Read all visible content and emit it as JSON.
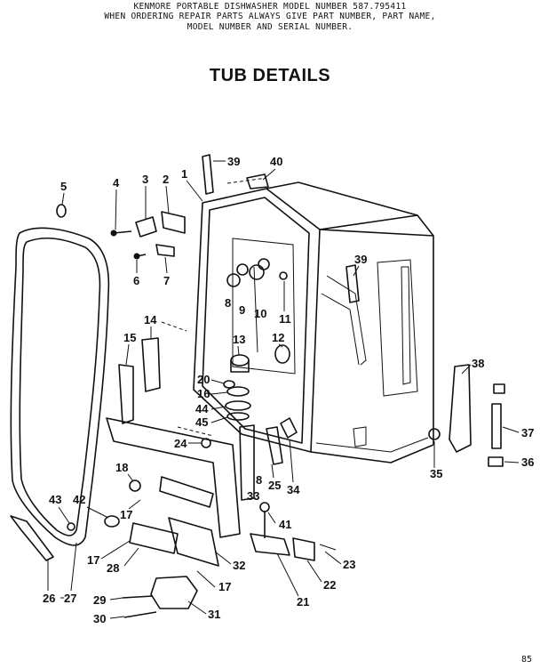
{
  "header": {
    "line1": "KENMORE PORTABLE DISHWASHER    MODEL NUMBER 587.795411",
    "line2": "WHEN ORDERING REPAIR PARTS ALWAYS GIVE PART NUMBER, PART NAME,",
    "line3": "MODEL NUMBER AND SERIAL NUMBER."
  },
  "title": "TUB DETAILS",
  "footer": "85",
  "callouts": {
    "c1": "1",
    "c2": "2",
    "c3": "3",
    "c4": "4",
    "c5": "5",
    "c6": "6",
    "c7": "7",
    "c8a": "8",
    "c8b": "8",
    "c9": "9",
    "c10": "10",
    "c11": "11",
    "c12": "12",
    "c13": "13",
    "c14": "14",
    "c15": "15",
    "c16": "16",
    "c17a": "17",
    "c17b": "17",
    "c17c": "17",
    "c18": "18",
    "c20": "20",
    "c21": "21",
    "c22": "22",
    "c23": "23",
    "c24": "24",
    "c25": "25",
    "c26": "26",
    "c27": "27",
    "c28": "28",
    "c29": "29",
    "c30": "30",
    "c31": "31",
    "c32": "32",
    "c33": "33",
    "c34": "34",
    "c35": "35",
    "c36": "36",
    "c37": "37",
    "c38": "38",
    "c39a": "39",
    "c39b": "39",
    "c40": "40",
    "c41": "41",
    "c42": "42",
    "c43": "43",
    "c44": "44",
    "c45": "45"
  }
}
